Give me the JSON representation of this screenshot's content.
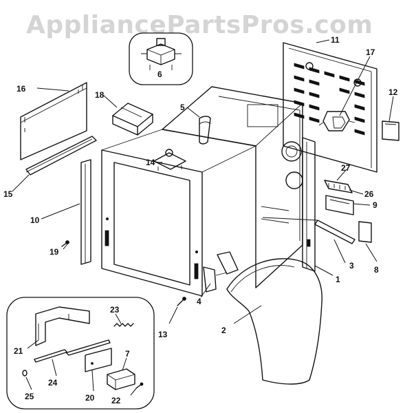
{
  "watermark": "AppliancePartsPros.com",
  "callouts": {
    "c1": "1",
    "c2": "2",
    "c3": "3",
    "c4": "4",
    "c5": "5",
    "c6": "6",
    "c7": "7",
    "c8": "8",
    "c9": "9",
    "c10": "10",
    "c11": "11",
    "c12": "12",
    "c13": "13",
    "c14": "14",
    "c15": "15",
    "c16": "16",
    "c17": "17",
    "c18": "18",
    "c19": "19",
    "c20": "20",
    "c21": "21",
    "c22": "22",
    "c23": "23",
    "c24": "24",
    "c25": "25",
    "c26": "26",
    "c27": "27"
  }
}
